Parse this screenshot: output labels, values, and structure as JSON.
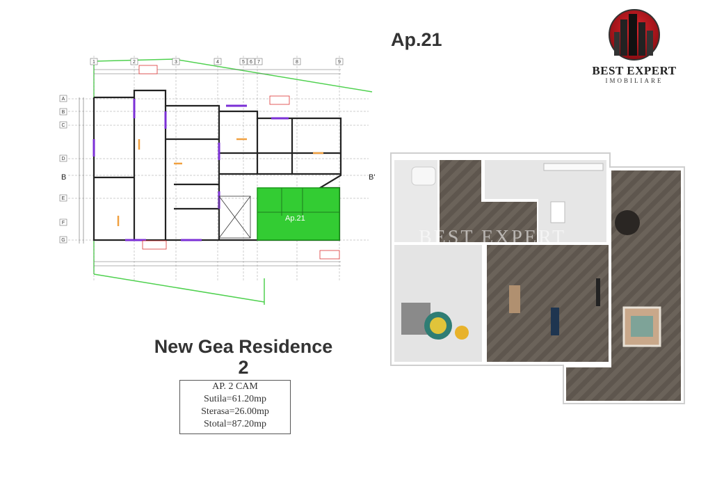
{
  "apartment_label": "Ap.21",
  "project": {
    "line1": "New Gea Residence",
    "line2": "2"
  },
  "area_table": {
    "line1": "AP. 2 CAM",
    "line2": "Sutila=61.20mp",
    "line3": "Sterasa=26.00mp",
    "line4": "Stotal=87.20mp"
  },
  "logo": {
    "name": "BEST EXPERT",
    "sub": "IMOBILIARE",
    "color": "#c0161e"
  },
  "blueprint": {
    "highlight_label": "Ap.21",
    "highlight_color": "#33cc33",
    "section_mark_left": "B",
    "section_mark_right": "B'",
    "axis_rows": [
      "A",
      "B",
      "C",
      "D",
      "E",
      "F",
      "G"
    ],
    "axis_cols": [
      "1",
      "2",
      "3",
      "4",
      "5",
      "6",
      "7",
      "8",
      "9"
    ]
  },
  "watermark": "BEST EXPERT"
}
